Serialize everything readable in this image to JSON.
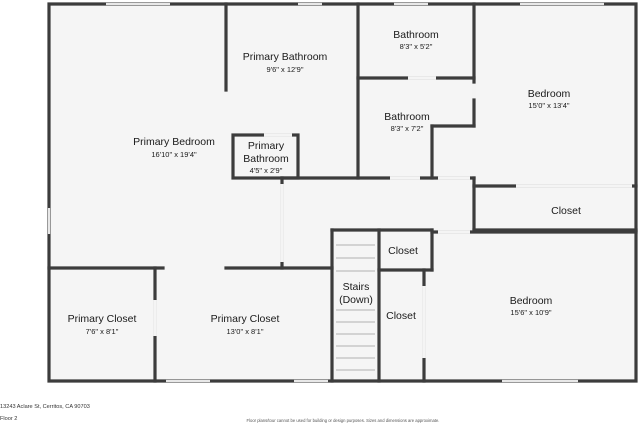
{
  "rooms": {
    "primary_bedroom": {
      "name": "Primary Bedroom",
      "dims": "16'10\" x 19'4\""
    },
    "primary_bathroom_main": {
      "name": "Primary Bathroom",
      "dims": "9'6\" x 12'9\""
    },
    "primary_bathroom_small": {
      "name_line1": "Primary",
      "name_line2": "Bathroom",
      "dims": "4'5\" x 2'9\""
    },
    "bathroom_top": {
      "name": "Bathroom",
      "dims": "8'3\" x 5'2\""
    },
    "bathroom_mid": {
      "name": "Bathroom",
      "dims": "8'3\" x 7'2\""
    },
    "bedroom_top": {
      "name": "Bedroom",
      "dims": "15'0\" x 13'4\""
    },
    "closet_right": {
      "name": "Closet"
    },
    "primary_closet_left": {
      "name": "Primary Closet",
      "dims": "7'6\" x 8'1\""
    },
    "primary_closet_mid": {
      "name": "Primary Closet",
      "dims": "13'0\" x 8'1\""
    },
    "stairs": {
      "name_line1": "Stairs",
      "name_line2": "(Down)"
    },
    "closet_upper": {
      "name": "Closet"
    },
    "closet_lower": {
      "name": "Closet"
    },
    "bedroom_bottom": {
      "name": "Bedroom",
      "dims": "15'6\" x 10'9\""
    }
  },
  "footer": {
    "address": "13243 Aclare St, Cerritos, CA 90703",
    "floor": "Floor 2",
    "disclaimer": "Floor plans/tour cannot be used for building or design purposes. Sizes and dimensions are approximate."
  }
}
